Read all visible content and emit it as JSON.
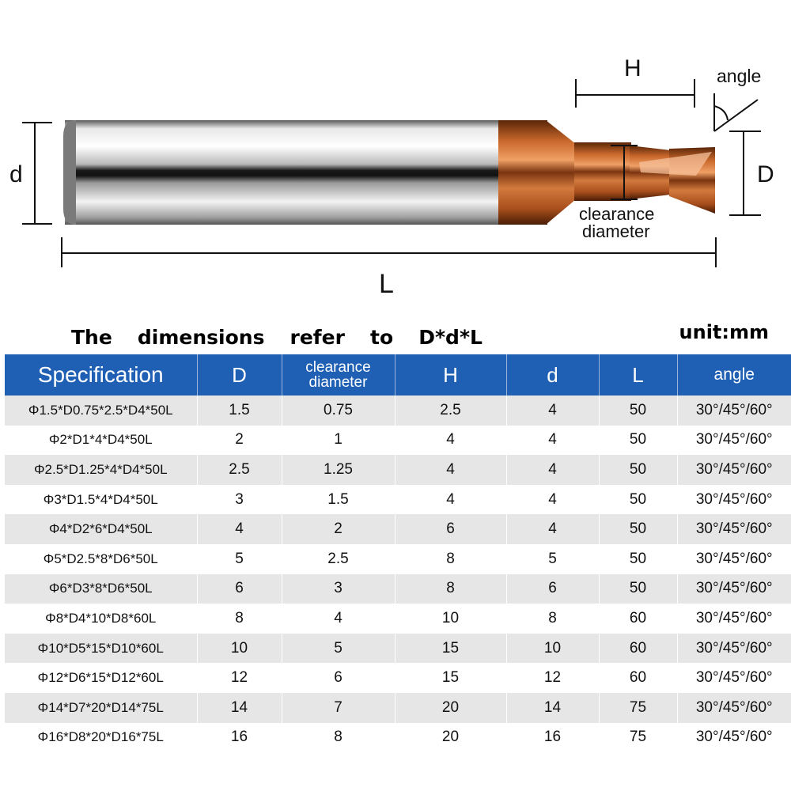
{
  "diagram": {
    "label_H": "H",
    "label_angle": "angle",
    "label_d": "d",
    "label_D": "D",
    "label_clearance_line1": "clearance",
    "label_clearance_line2": "diameter",
    "label_L": "L"
  },
  "heading": {
    "words": [
      "The",
      "dimensions",
      "refer",
      "to",
      "D*d*L"
    ],
    "unit": "unit:mm"
  },
  "table": {
    "headers": {
      "spec": "Specification",
      "D": "D",
      "clear1": "clearance",
      "clear2": "diameter",
      "H": "H",
      "d": "d",
      "L": "L",
      "angle": "angle"
    },
    "rows": [
      [
        "Φ1.5*D0.75*2.5*D4*50L",
        "1.5",
        "0.75",
        "2.5",
        "4",
        "50",
        "30°/45°/60°"
      ],
      [
        "Φ2*D1*4*D4*50L",
        "2",
        "1",
        "4",
        "4",
        "50",
        "30°/45°/60°"
      ],
      [
        "Φ2.5*D1.25*4*D4*50L",
        "2.5",
        "1.25",
        "4",
        "4",
        "50",
        "30°/45°/60°"
      ],
      [
        "Φ3*D1.5*4*D4*50L",
        "3",
        "1.5",
        "4",
        "4",
        "50",
        "30°/45°/60°"
      ],
      [
        "Φ4*D2*6*D4*50L",
        "4",
        "2",
        "6",
        "4",
        "50",
        "30°/45°/60°"
      ],
      [
        "Φ5*D2.5*8*D6*50L",
        "5",
        "2.5",
        "8",
        "5",
        "50",
        "30°/45°/60°"
      ],
      [
        "Φ6*D3*8*D6*50L",
        "6",
        "3",
        "8",
        "6",
        "50",
        "30°/45°/60°"
      ],
      [
        "Φ8*D4*10*D8*60L",
        "8",
        "4",
        "10",
        "8",
        "60",
        "30°/45°/60°"
      ],
      [
        "Φ10*D5*15*D10*60L",
        "10",
        "5",
        "15",
        "10",
        "60",
        "30°/45°/60°"
      ],
      [
        "Φ12*D6*15*D12*60L",
        "12",
        "6",
        "15",
        "12",
        "60",
        "30°/45°/60°"
      ],
      [
        "Φ14*D7*20*D14*75L",
        "14",
        "7",
        "20",
        "14",
        "75",
        "30°/45°/60°"
      ],
      [
        "Φ16*D8*20*D16*75L",
        "16",
        "8",
        "20",
        "16",
        "75",
        "30°/45°/60°"
      ]
    ]
  }
}
